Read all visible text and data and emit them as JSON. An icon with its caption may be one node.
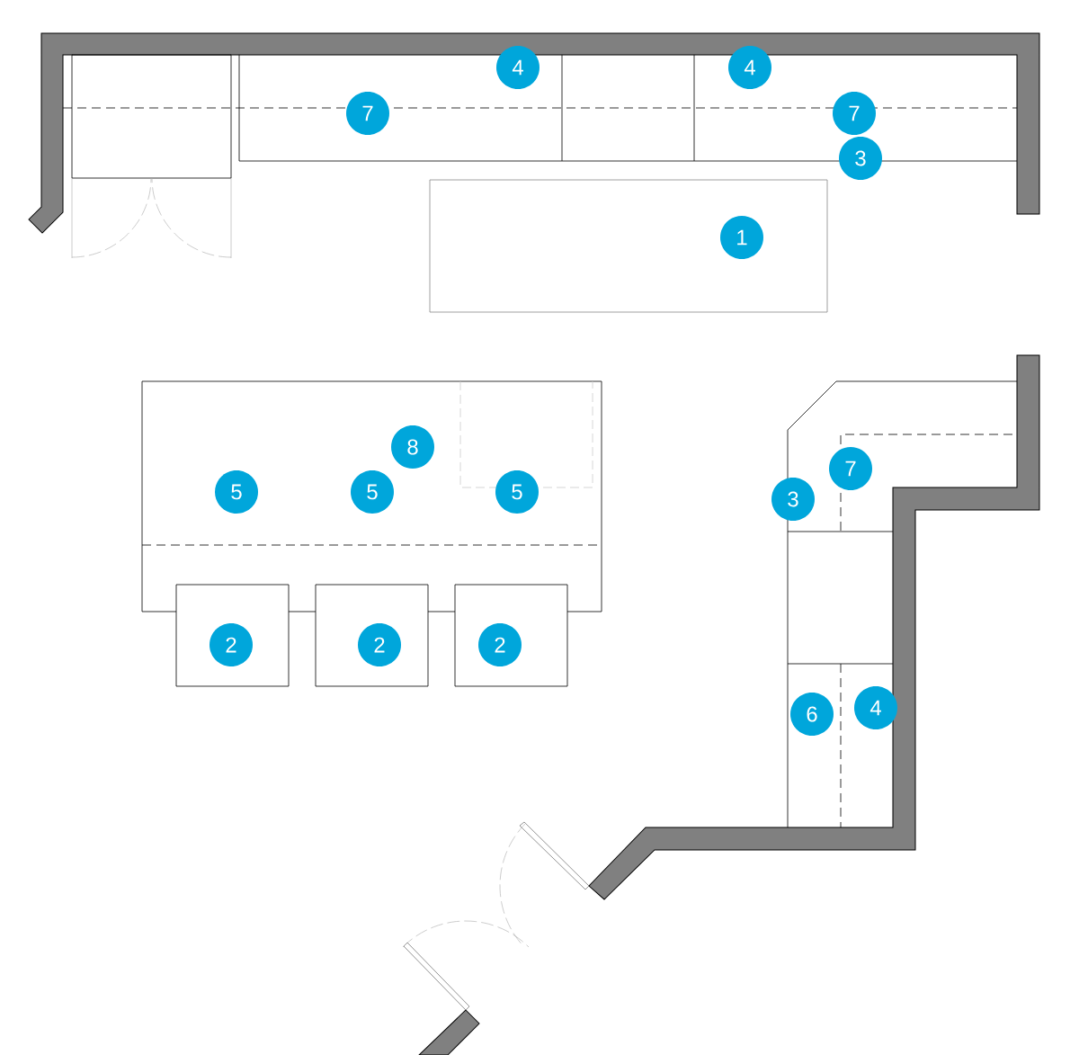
{
  "diagram": {
    "labels": [
      "4",
      "4",
      "7",
      "7",
      "3",
      "1",
      "8",
      "7",
      "5",
      "5",
      "5",
      "3",
      "2",
      "2",
      "2",
      "6",
      "4"
    ]
  }
}
